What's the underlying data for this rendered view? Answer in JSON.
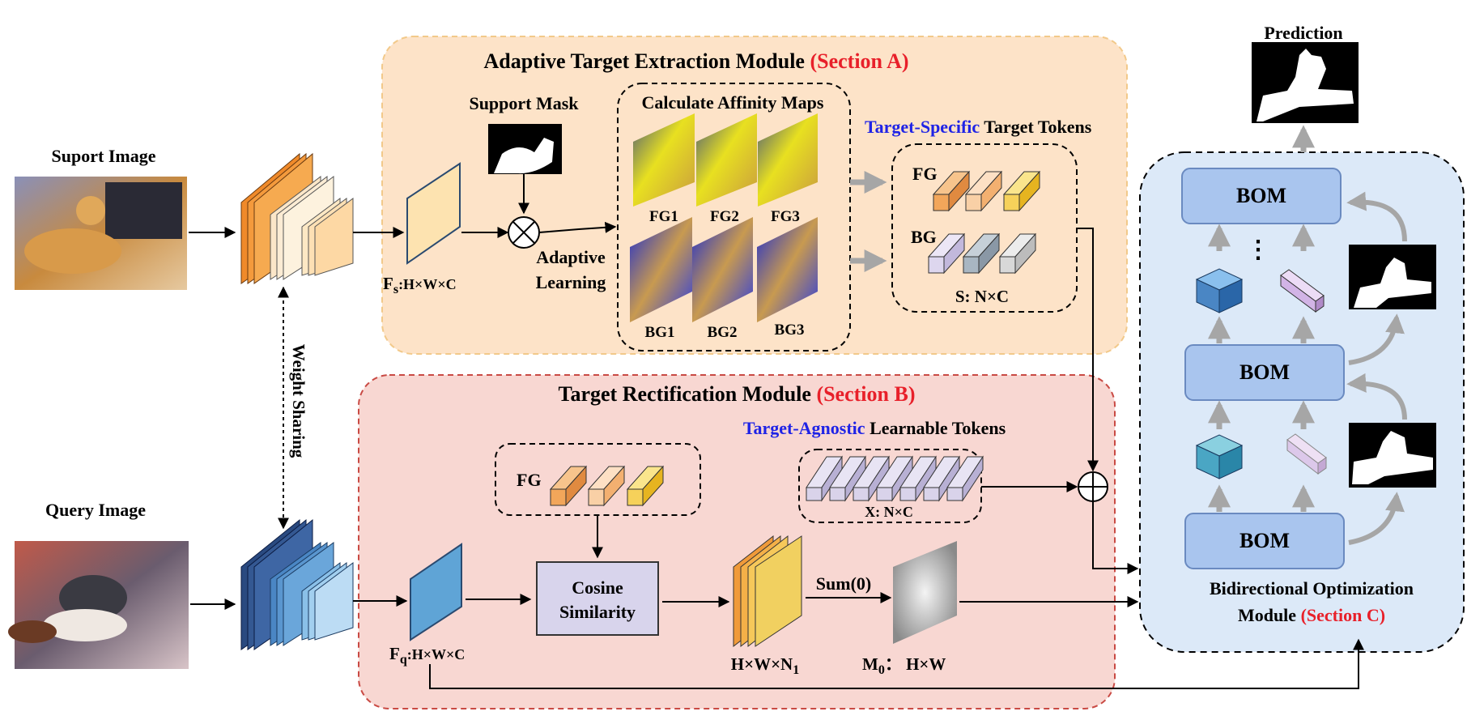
{
  "colors": {
    "section_a_bg": "#fde3c8",
    "section_b_bg": "#f8d7d2",
    "section_c_bg": "#dce9f8",
    "bom_fill": "#a9c5ee",
    "orange_token": "#f2a65a",
    "yellow_token": "#f6d15a",
    "lavender_token": "#d9d3ea",
    "red_text": "#e8202a",
    "blue_text": "#1f23e6"
  },
  "inputs": {
    "support_label": "Suport Image",
    "query_label": "Query Image",
    "weight_sharing": "Weight Sharing"
  },
  "section_a": {
    "title": "Adaptive Target Extraction Module",
    "tag": "(Section A)",
    "support_mask": "Support Mask",
    "adaptive_learning_1": "Adaptive",
    "adaptive_learning_2": "Learning",
    "fs_label_main": "F",
    "fs_label_sub": "s",
    "fs_label_dims": ":H×W×C",
    "affinity_title": "Calculate Affinity Maps",
    "maps": [
      "FG1",
      "FG2",
      "FG3",
      "BG1",
      "BG2",
      "BG3"
    ],
    "tokens_title_highlight": "Target-Specific",
    "tokens_title_rest": "Target Tokens",
    "fg_label": "FG",
    "bg_label": "BG",
    "s_dims": "S: N×C"
  },
  "section_b": {
    "title": "Target Rectification Module",
    "tag": "(Section B)",
    "learnable_highlight": "Target-Agnostic",
    "learnable_rest": "Learnable Tokens",
    "fg_label": "FG",
    "x_dims": "X: N×C",
    "cosine_1": "Cosine",
    "cosine_2": "Similarity",
    "fq_label_main": "F",
    "fq_label_sub": "q",
    "fq_label_dims": ":H×W×C",
    "hwn_main": "H×W×N",
    "hwn_sub": "1",
    "sum_label": "Sum(0)",
    "m0_main": "M",
    "m0_sub": "0",
    "m0_dims": "： H×W"
  },
  "section_c": {
    "bom_labels": [
      "BOM",
      "BOM",
      "BOM"
    ],
    "dots": "⋮",
    "title_line1": "Bidirectional Optimization",
    "title_line2": "Module",
    "tag": "(Section C)",
    "prediction": "Prediction"
  }
}
